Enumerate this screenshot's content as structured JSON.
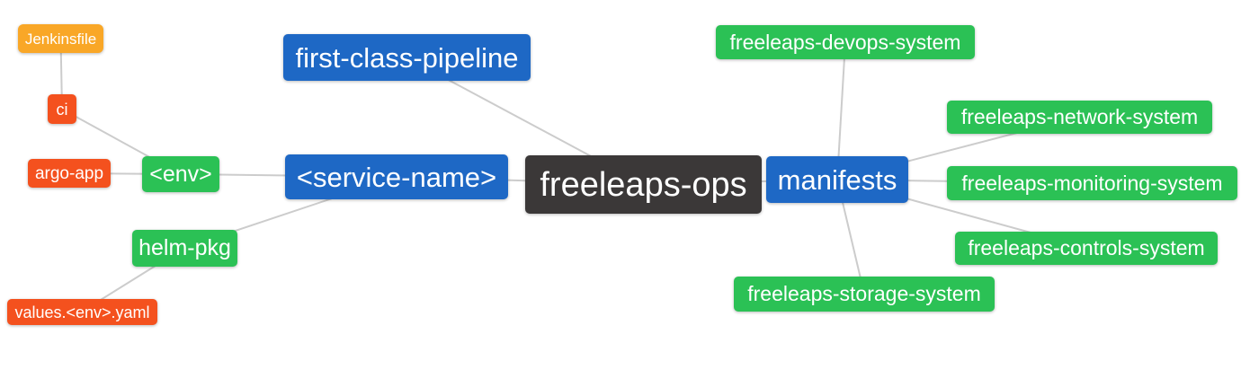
{
  "diagram": {
    "type": "mindmap",
    "root": "freeleaps-ops",
    "palette": {
      "root_bg": "#3b3838",
      "branch_bg": "#1e68c5",
      "sub_branch_bg": "#2bc155",
      "leaf_bg": "#f4511e",
      "file_bg": "#f9a727",
      "text": "#ffffff",
      "edge": "#cccccc",
      "canvas_bg": "#ffffff"
    },
    "nodes": {
      "freeleaps_ops": {
        "label": "freeleaps-ops"
      },
      "first_class_pipeline": {
        "label": "first-class-pipeline"
      },
      "service_name": {
        "label": "<service-name>"
      },
      "env": {
        "label": "<env>"
      },
      "ci": {
        "label": "ci"
      },
      "jenkinsfile": {
        "label": "Jenkinsfile"
      },
      "argo_app": {
        "label": "argo-app"
      },
      "helm_pkg": {
        "label": "helm-pkg"
      },
      "values_env_yaml": {
        "label": "values.<env>.yaml"
      },
      "manifests": {
        "label": "manifests"
      },
      "devops_system": {
        "label": "freeleaps-devops-system"
      },
      "network_system": {
        "label": "freeleaps-network-system"
      },
      "monitoring_system": {
        "label": "freeleaps-monitoring-system"
      },
      "controls_system": {
        "label": "freeleaps-controls-system"
      },
      "storage_system": {
        "label": "freeleaps-storage-system"
      }
    },
    "edges": [
      [
        "jenkinsfile",
        "ci"
      ],
      [
        "ci",
        "env"
      ],
      [
        "argo_app",
        "env"
      ],
      [
        "env",
        "service_name"
      ],
      [
        "helm_pkg",
        "service_name"
      ],
      [
        "values_env_yaml",
        "helm_pkg"
      ],
      [
        "service_name",
        "freeleaps_ops"
      ],
      [
        "first_class_pipeline",
        "freeleaps_ops"
      ],
      [
        "freeleaps_ops",
        "manifests"
      ],
      [
        "manifests",
        "devops_system"
      ],
      [
        "manifests",
        "network_system"
      ],
      [
        "manifests",
        "monitoring_system"
      ],
      [
        "manifests",
        "controls_system"
      ],
      [
        "manifests",
        "storage_system"
      ]
    ]
  }
}
